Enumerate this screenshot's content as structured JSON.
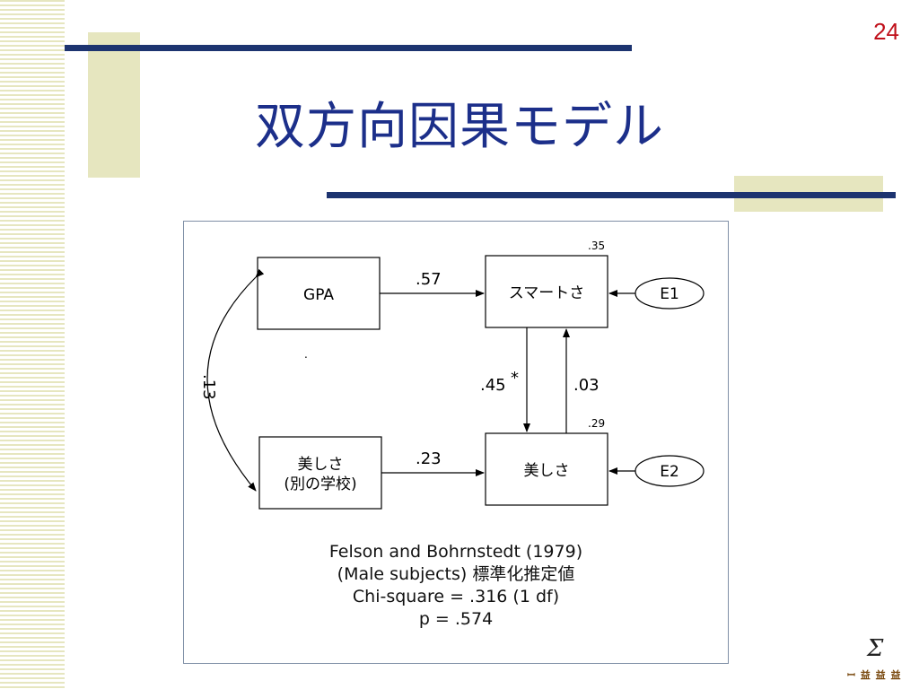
{
  "slide": {
    "page_number": "24",
    "title": "双方向因果モデル"
  },
  "diagram": {
    "nodes": {
      "gpa": "GPA",
      "smart": "スマートさ",
      "beauty_other_line1": "美しさ",
      "beauty_other_line2": "(別の学校)",
      "beauty": "美しさ",
      "e1": "E1",
      "e2": "E2"
    },
    "paths": {
      "gpa_to_smart": ".57",
      "beauty_other_to_beauty": ".23",
      "smart_to_beauty": ".45",
      "smart_to_beauty_mark": "*",
      "beauty_to_smart": ".03",
      "covariance": ".13"
    },
    "r_squared": {
      "smart": ".35",
      "beauty": ".29"
    },
    "stray_mark": "."
  },
  "caption": {
    "line1": "Felson and Bohrnstedt (1979)",
    "line2": "(Male subjects) 標準化推定値",
    "line3": "Chi-square = .316 (1 df)",
    "line4": "p = .574"
  },
  "footer": {
    "logo_symbol": "Σ",
    "mark": "ꟷ 益 益 益"
  },
  "colors": {
    "accent_navy": "#1d3470",
    "title_blue": "#1c2f8a",
    "page_number_red": "#c0101a",
    "decor_tan": "#e6e6bf"
  }
}
